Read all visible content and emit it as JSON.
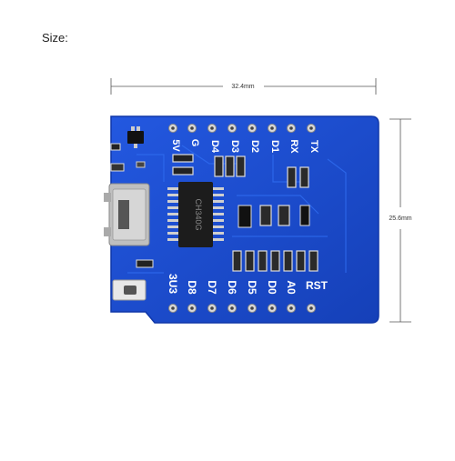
{
  "header": {
    "size_label": "Size:"
  },
  "dimensions": {
    "width": "32.4mm",
    "height": "25.6mm"
  },
  "pins_top": [
    "5V",
    "G",
    "D4",
    "D3",
    "D2",
    "D1",
    "RX",
    "TX"
  ],
  "pins_bottom": [
    "3U3",
    "D8",
    "D7",
    "D6",
    "D5",
    "D0",
    "A0",
    "RST"
  ],
  "chip_marking": "CH340G",
  "colors": {
    "board": "#1a4fd6",
    "board_edge": "#0f36a8",
    "pad": "#d9d9d9",
    "usb": "#c8c8c8"
  }
}
